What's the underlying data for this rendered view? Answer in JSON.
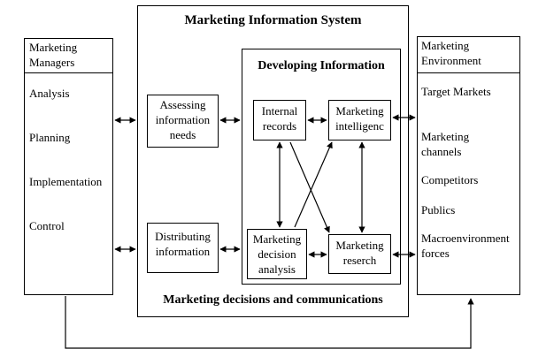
{
  "left_panel": {
    "title": [
      "Marketing",
      "Managers"
    ],
    "items": [
      "Analysis",
      "Planning",
      "Implementation",
      "Control"
    ]
  },
  "center_panel": {
    "title": "Marketing Information System",
    "footer": "Marketing decisions and communications",
    "assessing": [
      "Assessing",
      "information",
      "needs"
    ],
    "distributing": [
      "Distributing",
      "information"
    ]
  },
  "developing": {
    "title": "Developing Information",
    "internal_records": [
      "Internal",
      "records"
    ],
    "intelligence": [
      "Marketing",
      "intelligenc"
    ],
    "decision_analysis": [
      "Marketing",
      "decision",
      "analysis"
    ],
    "research": [
      "Marketing",
      "reserch"
    ]
  },
  "right_panel": {
    "title": [
      "Marketing",
      "Environment"
    ],
    "items": [
      "Target Markets",
      "Marketing",
      "channels",
      "Competitors",
      "Publics",
      "Macroenvironment",
      "forces"
    ]
  }
}
